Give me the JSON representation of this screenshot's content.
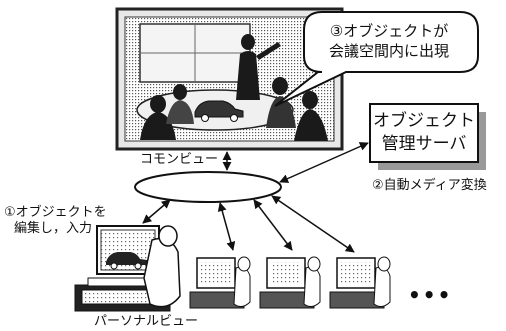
{
  "callout": {
    "line1": "③オブジェクトが",
    "line2": "会議空間内に出現"
  },
  "server": {
    "line1": "オブジェクト",
    "line2": "管理サーバ"
  },
  "labels": {
    "common_view": "コモンビュー",
    "auto_media": "②自動メディア変換",
    "edit_line1": "①オブジェクトを",
    "edit_line2": "編集し，入力",
    "personal_view": "パーソナルビュー",
    "ellipsis": "•••"
  }
}
